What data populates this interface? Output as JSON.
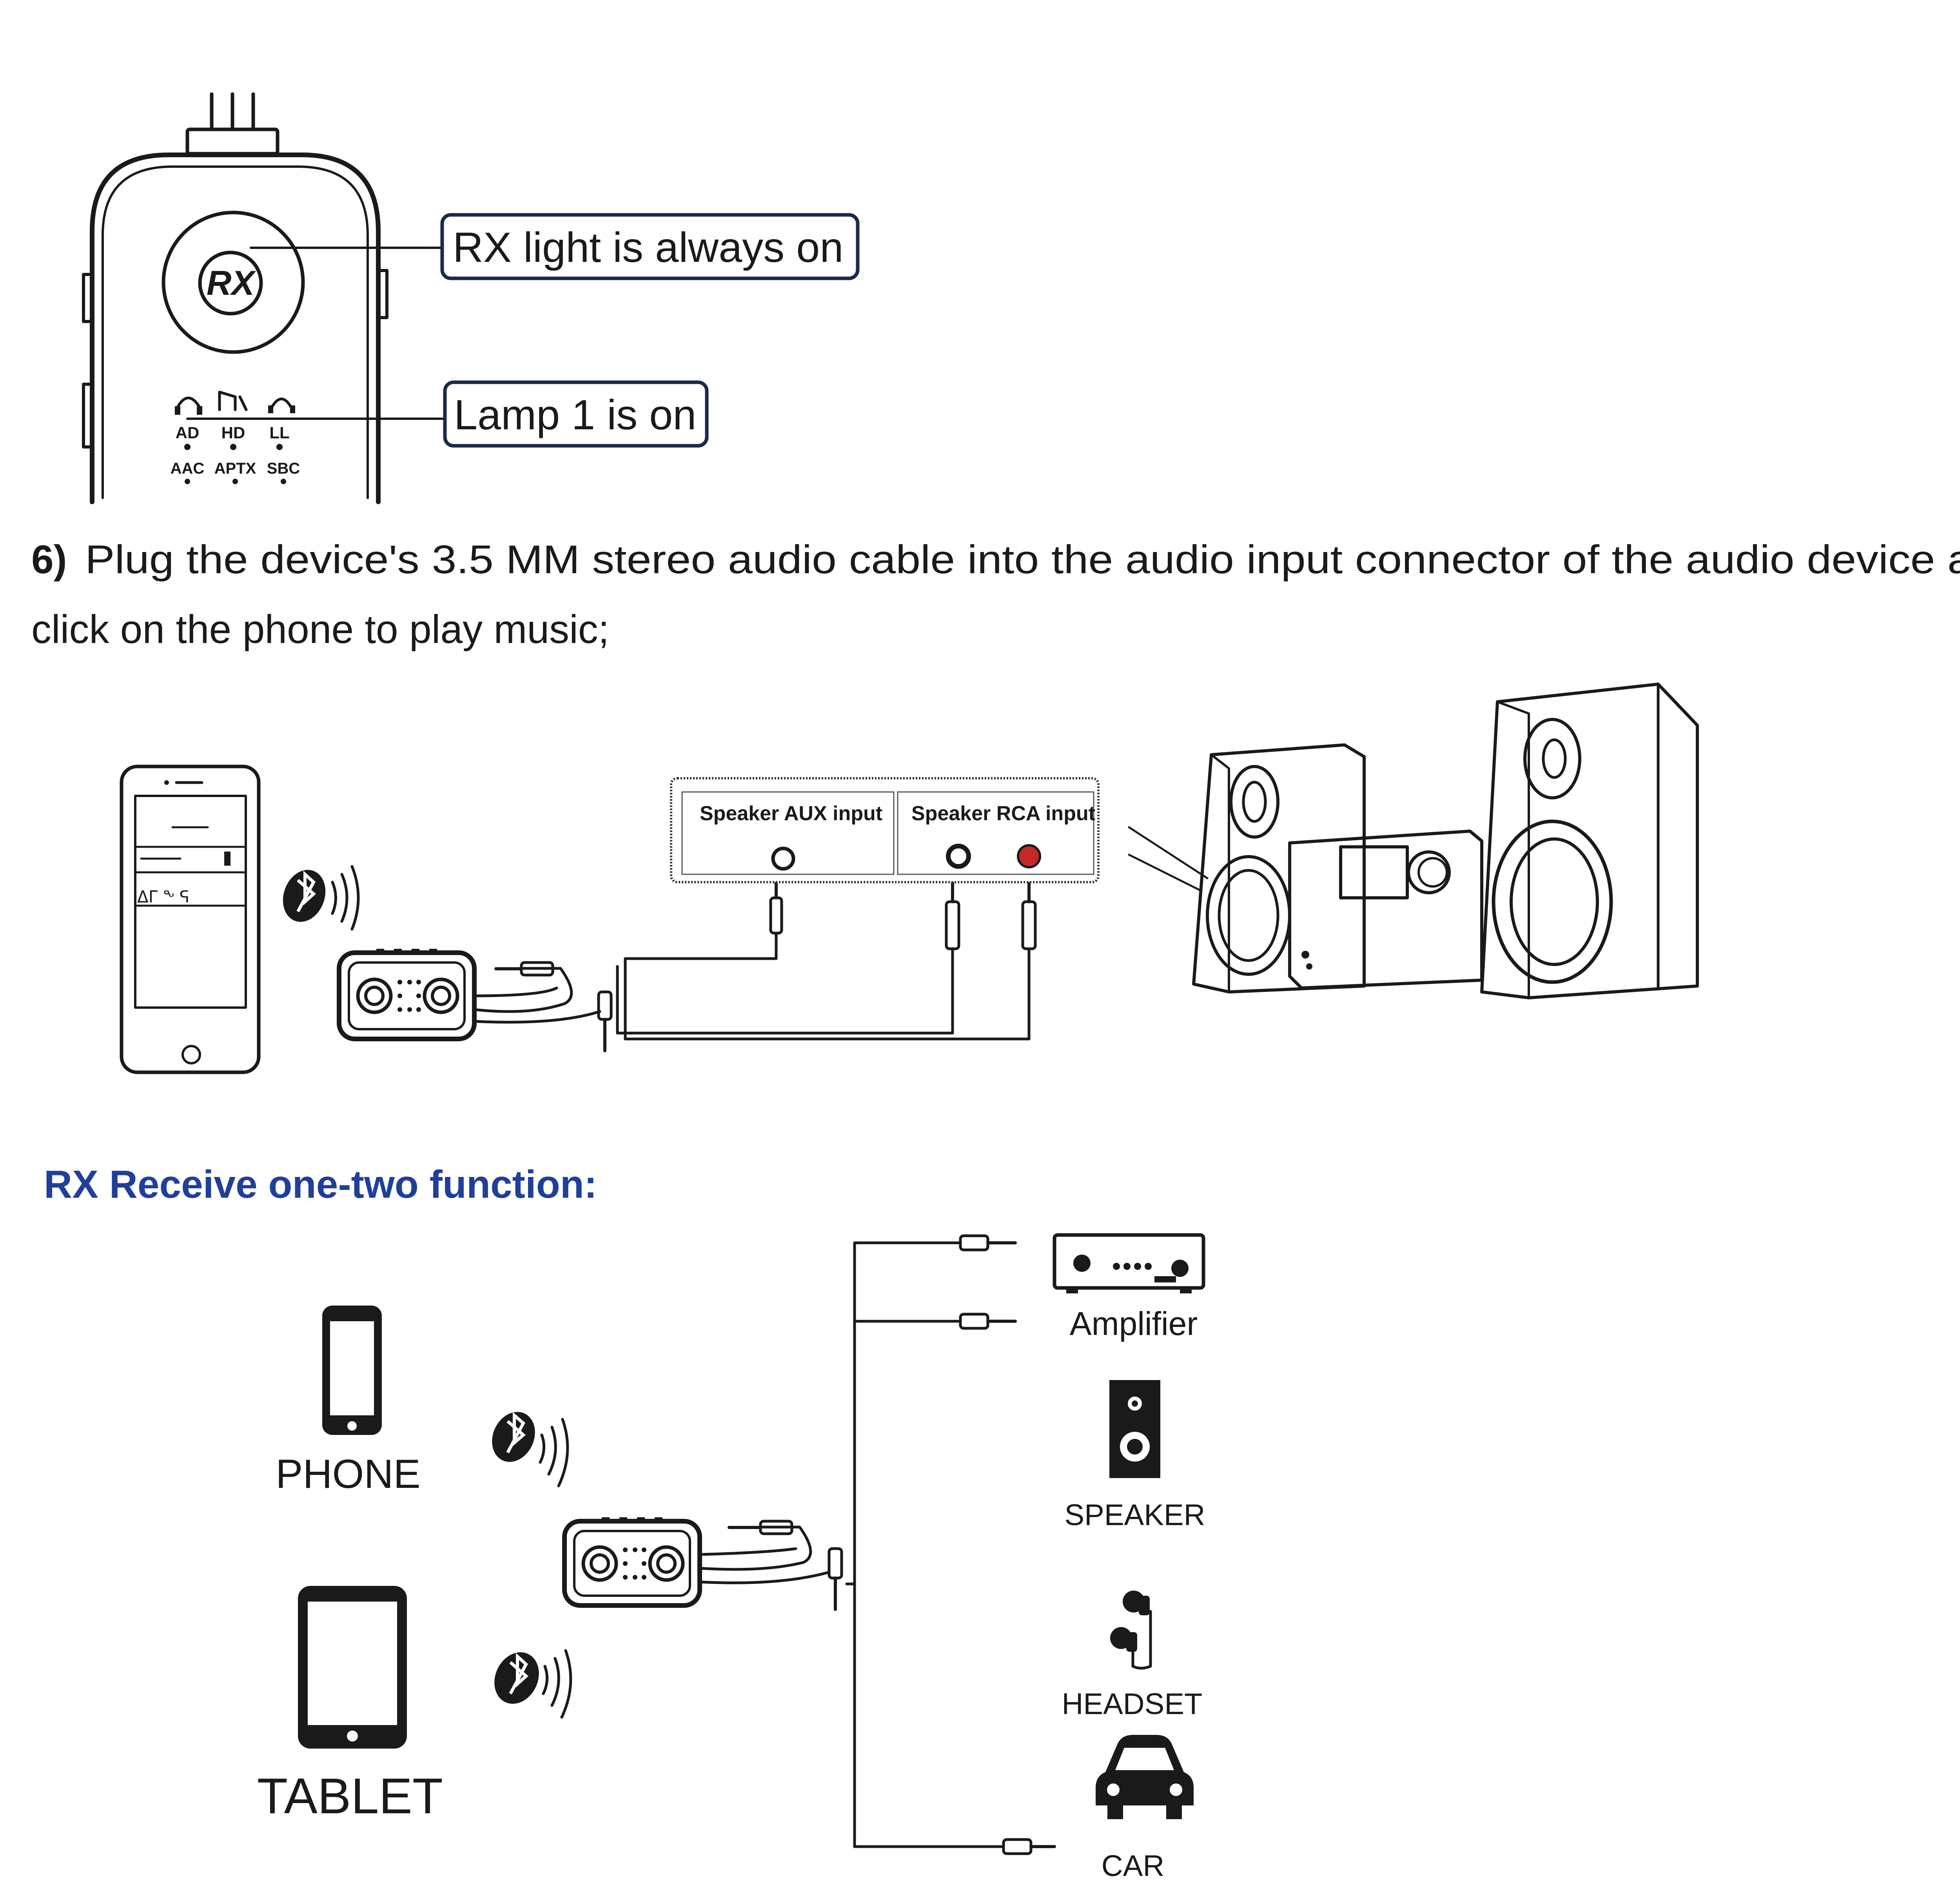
{
  "device": {
    "rx_badge": "RX",
    "codec_row1": [
      "AD",
      "HD",
      "LL"
    ],
    "codec_row2": [
      "AAC",
      "APTX",
      "SBC"
    ]
  },
  "callouts": {
    "rx_light": "RX light is always on",
    "lamp": "Lamp 1 is on"
  },
  "instruction": {
    "step": "6)",
    "line1": "Plug the device's 3.5 MM stereo audio cable into the audio input connector of the audio device and",
    "line2": "click on the phone to play music;"
  },
  "connection_panel": {
    "aux_label": "Speaker AUX input",
    "rca_label": "Speaker RCA input",
    "rca_right_color": "#c62828"
  },
  "rx_section": {
    "title": "RX Receive one-two function:",
    "title_color": "#1f3f9a",
    "sources": [
      "PHONE",
      "TABLET"
    ],
    "outputs": [
      "Amplifier",
      "SPEAKER",
      "HEADSET",
      "CAR"
    ]
  }
}
